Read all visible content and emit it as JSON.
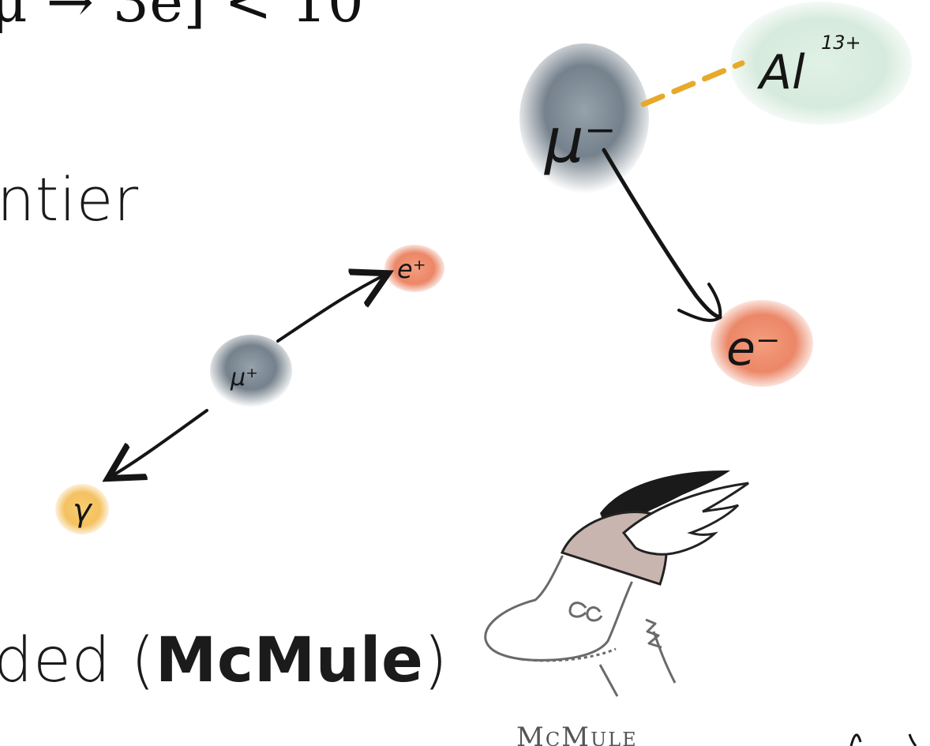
{
  "slide": {
    "formula_fragment": "μ → 3e] < 10",
    "frontier_fragment": "ntier",
    "mcmule_prefix": "ded (",
    "mcmule_bold": "McMule",
    "mcmule_suffix": ")",
    "logo_caption": "McMule"
  },
  "diagrams": {
    "muon_conversion": {
      "muon_label": "μ⁻",
      "nucleus_label": "Al",
      "nucleus_charge": "13+",
      "electron_label": "e⁻"
    },
    "muon_decay": {
      "muon_label": "μ⁺",
      "positron_label": "e⁺",
      "photon_label": "γ"
    }
  },
  "colors": {
    "muon_blob": "#5d6b78",
    "electron_blob": "#e8724d",
    "photon_blob": "#f2b23a",
    "nucleus_blob": "#cfe7d7",
    "dashed_line": "#e6a929",
    "ink": "#151515",
    "mascot_helmet": "#c9b5b0",
    "mascot_hair": "#1a1a1a",
    "mascot_outline": "#6a6a6a"
  }
}
